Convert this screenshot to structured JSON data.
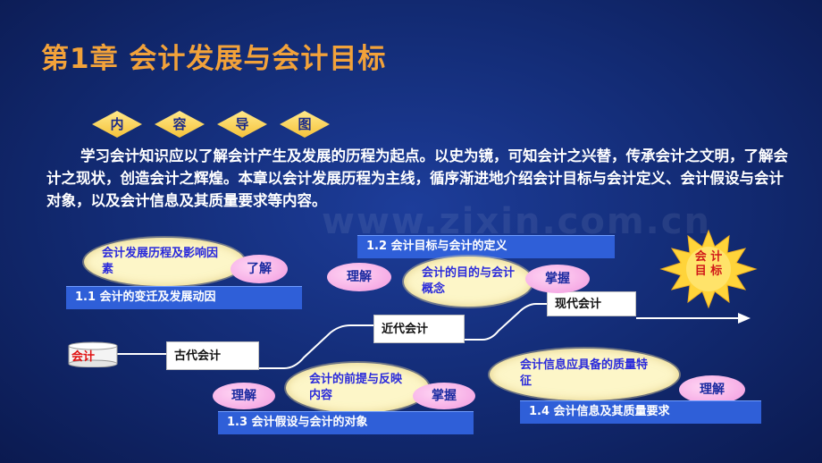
{
  "title": "第1章   会计发展与会计目标",
  "guide": [
    "内",
    "容",
    "导",
    "图"
  ],
  "intro": "学习会计知识应以了解会计产生及发展的历程为起点。以史为镜，可知会计之兴替，传承会计之文明，了解会计之现状，创造会计之辉煌。本章以会计发展历程为主线，循序渐进地介绍会计目标与会计定义、会计假设与会计对象，以及会计信息及其质量要求等内容。",
  "watermark": "www.zixin.com.cn",
  "sun_label": "会 计\n目 标",
  "start_label": "会计",
  "eras": {
    "ancient": "古代会计",
    "recent": "近代会计",
    "modern": "现代会计"
  },
  "sections": {
    "s1": {
      "bar": "1.1 会计的变迁及发展动因",
      "cloud": "会计发展历程及影响因素",
      "tag": "了解"
    },
    "s2": {
      "bar": "1.2  会计目标与会计的定义",
      "cloud": "会计的目的与会计概念",
      "tag_left": "理解",
      "tag_right": "掌握"
    },
    "s3": {
      "bar": "1.3  会计假设与会计的对象",
      "cloud": "会计的前提与反映内容",
      "tag_left": "理解",
      "tag_right": "掌握"
    },
    "s4": {
      "bar": "1.4  会计信息及其质量要求",
      "cloud": "会计信息应具备的质量特征",
      "tag": "理解"
    }
  },
  "colors": {
    "title": "#f2a23a",
    "bar": "#2f5fd8",
    "cloud": "#fdf6c8",
    "tag": "#f29adf",
    "sun": "#ffd43a"
  }
}
